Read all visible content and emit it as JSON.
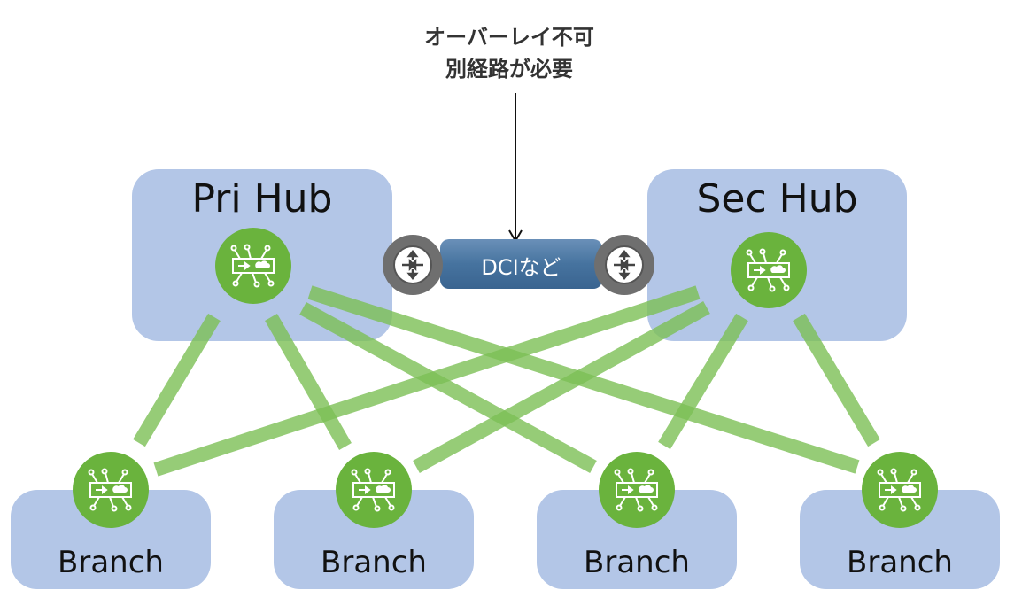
{
  "note": {
    "line1": "オーバーレイ不可",
    "line2": "別経路が必要"
  },
  "hubs": [
    {
      "label": "Pri Hub"
    },
    {
      "label": "Sec Hub"
    }
  ],
  "dci": {
    "label": "DCIなど"
  },
  "branches": [
    {
      "label": "Branch"
    },
    {
      "label": "Branch"
    },
    {
      "label": "Branch"
    },
    {
      "label": "Branch"
    }
  ],
  "colors": {
    "box": "#b3c6e7",
    "node": "#6ab33d",
    "link": "#8dc66a",
    "router": "#6f6f6f",
    "tunnel": "#46739f"
  }
}
